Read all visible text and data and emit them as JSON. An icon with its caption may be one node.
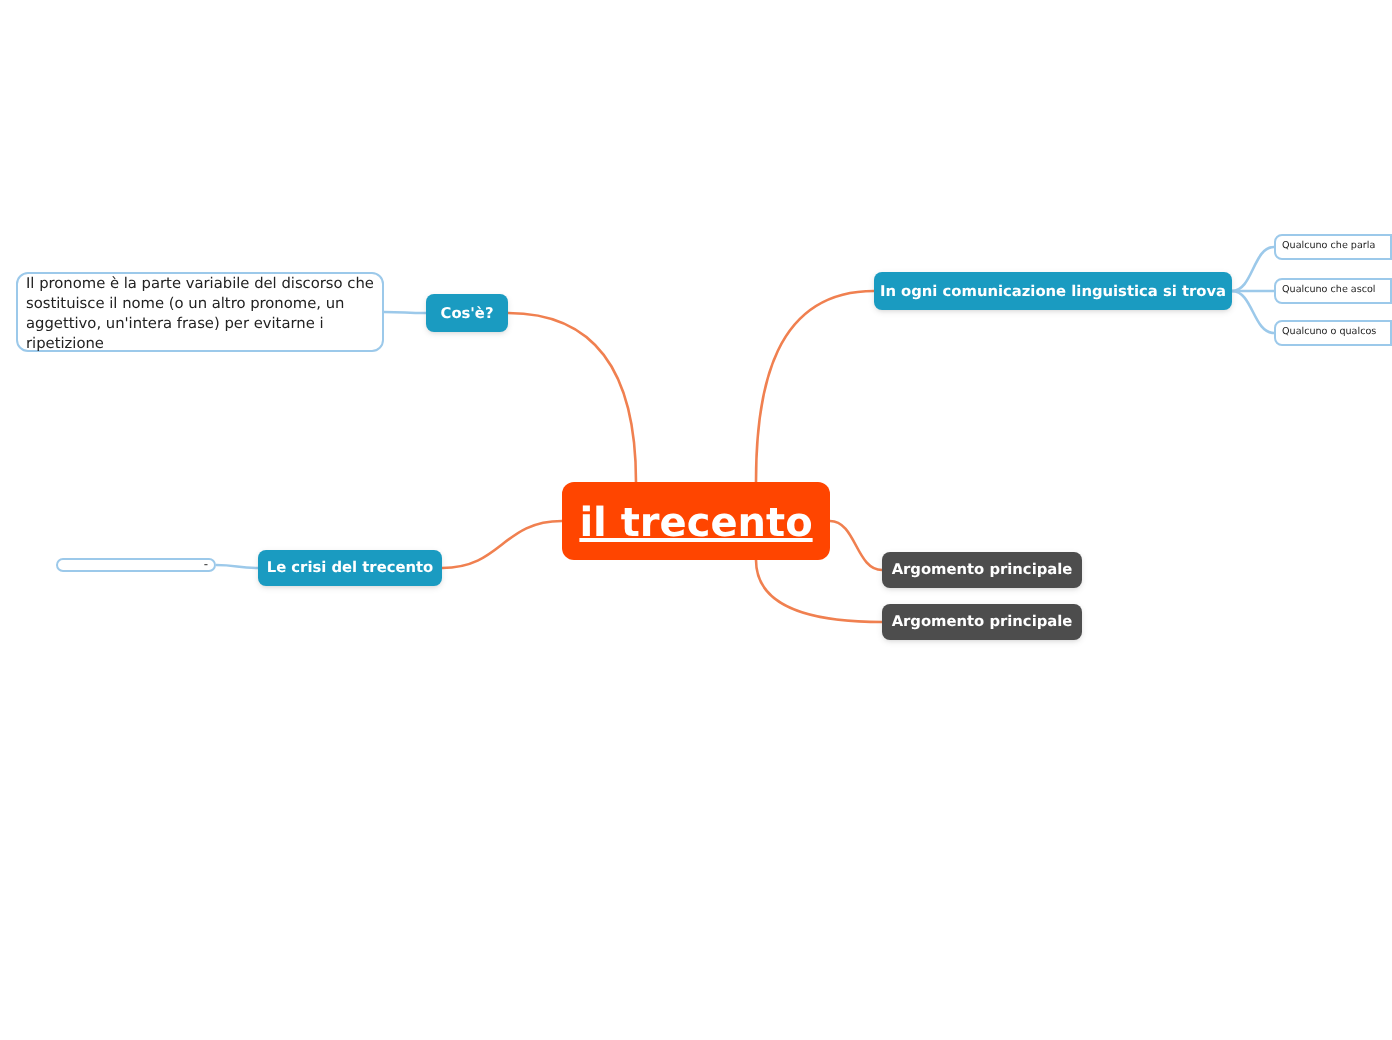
{
  "diagram": {
    "nodes": [
      {
        "text": [
          "il trecento"
        ]
      },
      {
        "text": [
          "Cos'è?"
        ]
      },
      {
        "text": [
          "Il pronome è la parte variabile del discorso che sostituisce il nome (o un altro pronome, un aggettivo, un'intera frase) per evitarne i ripetizione"
        ]
      },
      {
        "text": [
          "In ogni comunicazione linguistica si trova"
        ]
      },
      {
        "text": [
          "Qualcuno che parla"
        ]
      },
      {
        "text": [
          "Qualcuno che ascol"
        ]
      },
      {
        "text": [
          "Qualcuno o qualcos"
        ]
      },
      {
        "text": [
          "Argomento principale"
        ]
      },
      {
        "text": [
          "Argomento principale"
        ]
      },
      {
        "text": [
          "Le crisi del trecento"
        ]
      },
      {
        "text": [
          "-"
        ]
      }
    ],
    "edges": [
      {
        "from": 0,
        "to": 1,
        "arrow": "none",
        "color": "#f08050"
      },
      {
        "from": 1,
        "to": 2,
        "arrow": "none",
        "color": "#9cc9ea"
      },
      {
        "from": 0,
        "to": 3,
        "arrow": "none",
        "color": "#f08050"
      },
      {
        "from": 3,
        "to": 4,
        "arrow": "none",
        "color": "#9cc9ea"
      },
      {
        "from": 3,
        "to": 5,
        "arrow": "none",
        "color": "#9cc9ea"
      },
      {
        "from": 3,
        "to": 6,
        "arrow": "none",
        "color": "#9cc9ea"
      },
      {
        "from": 0,
        "to": 7,
        "arrow": "none",
        "color": "#f08050"
      },
      {
        "from": 0,
        "to": 8,
        "arrow": "none",
        "color": "#f08050"
      },
      {
        "from": 0,
        "to": 9,
        "arrow": "none",
        "color": "#f08050"
      },
      {
        "from": 9,
        "to": 10,
        "arrow": "none",
        "color": "#9cc9ea"
      }
    ]
  }
}
